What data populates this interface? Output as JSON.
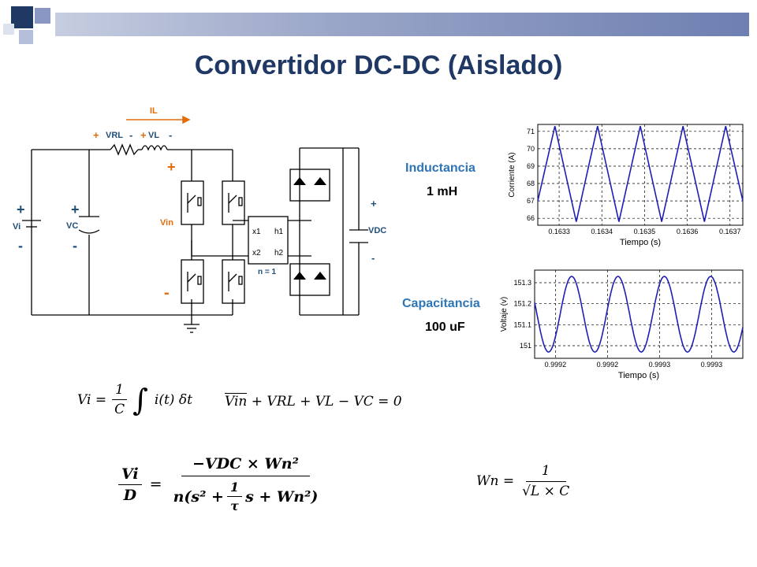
{
  "slide": {
    "title": "Convertidor DC-DC (Aislado)"
  },
  "circuit": {
    "il": "IL",
    "vrl_plus": "+",
    "vrl": "VRL",
    "vrl_minus": "-",
    "vl_plus": "+",
    "vl": "VL",
    "vl_minus": "-",
    "vi_plus": "+",
    "vi": "Vi",
    "vi_minus": "-",
    "vc_plus": "+",
    "vc": "VC",
    "vc_minus": "-",
    "vin_plus": "+",
    "vin": "Vin",
    "vin_minus": "-",
    "vdc_plus": "+",
    "vdc": "VDC",
    "vdc_minus": "-",
    "x1": "x1",
    "x2": "x2",
    "h1": "h1",
    "h2": "h2",
    "turns": "n = 1"
  },
  "inductance": {
    "label": "Inductancia",
    "value": "1 mH"
  },
  "capacitance": {
    "label": "Capacitancia",
    "value": "100 uF"
  },
  "chart_data": [
    {
      "type": "line",
      "title": "",
      "xlabel": "Tiempo (s)",
      "ylabel": "Corriente (A)",
      "xlim": [
        0.16325,
        0.16373
      ],
      "ylim": [
        65.6,
        71.4
      ],
      "x_ticks": [
        "0.1633",
        "0.1634",
        "0.1635",
        "0.1636",
        "0.1637"
      ],
      "x_tick_values": [
        0.1633,
        0.1634,
        0.1635,
        0.1636,
        0.1637
      ],
      "y_ticks": [
        "66",
        "67",
        "68",
        "69",
        "70",
        "71"
      ],
      "y_tick_values": [
        66,
        67,
        68,
        69,
        70,
        71
      ],
      "grid": true,
      "series_color": "#1f1fb4",
      "series": [
        {
          "x": [
            0.16325,
            0.16329,
            0.16334,
            0.16339,
            0.16344,
            0.16349,
            0.16354,
            0.16359,
            0.16364,
            0.16369,
            0.16373
          ],
          "y": [
            67.0,
            71.3,
            65.8,
            71.3,
            65.8,
            71.3,
            65.8,
            71.3,
            65.8,
            71.3,
            67.0
          ]
        }
      ]
    },
    {
      "type": "line",
      "title": "",
      "xlabel": "Tiempo (s)",
      "ylabel": "Voltaje (v)",
      "xlim": [
        0.99915,
        0.99935
      ],
      "ylim": [
        150.94,
        151.36
      ],
      "x_ticks": [
        "0.9992",
        "0.9992",
        "0.9993",
        "0.9993"
      ],
      "x_tick_values": [
        0.99917,
        0.99922,
        0.99927,
        0.99932
      ],
      "y_ticks": [
        "151",
        "151.1",
        "151.2",
        "151.3"
      ],
      "y_tick_values": [
        151.0,
        151.1,
        151.2,
        151.3
      ],
      "grid": true,
      "series_color": "#1f1fb4",
      "sine": {
        "center": 151.15,
        "amplitude": 0.18,
        "period": 4.45e-05,
        "phase_x": 0.99913
      }
    }
  ],
  "equations": {
    "eq1_lhs": "Vi =",
    "eq1_num": "1",
    "eq1_den": "C",
    "eq1_int": "∫",
    "eq1_rhs": "i(t) δt",
    "eq2_vin": "Vin",
    "eq2_rest": "+ VRL + VL − VC = 0",
    "eq3_num_l": "Vi",
    "eq3_den_l": "D",
    "eq3_eq": "=",
    "eq3_num_r": "−VDC × Wn²",
    "eq3_den_a": "n(s² +",
    "eq3_den_fn": "1",
    "eq3_den_fd": "τ",
    "eq3_den_b": "s + Wn²)",
    "eq4_lhs": "Wn =",
    "eq4_num": "1",
    "eq4_den": "√L × C"
  },
  "colors": {
    "title": "#1f3864",
    "accent": "#e36c0a",
    "label_blue": "#2e75b6",
    "trace": "#1f1fb4"
  }
}
